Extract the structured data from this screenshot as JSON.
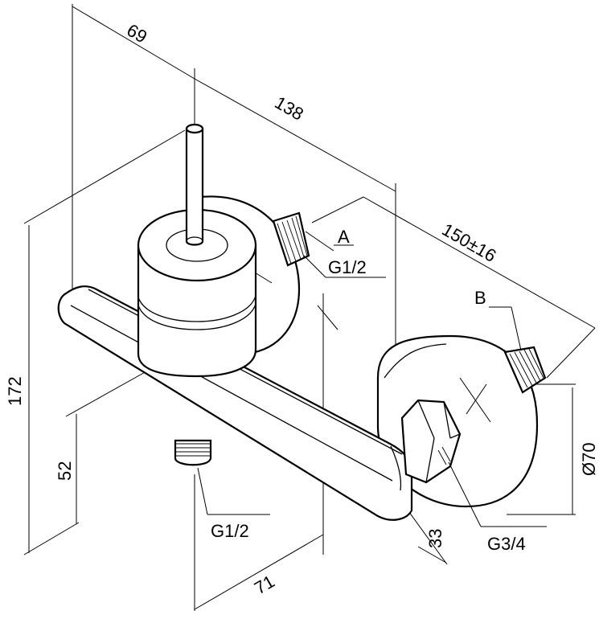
{
  "dimensions": {
    "d69": "69",
    "d138": "138",
    "d150": "150±16",
    "d172": "172",
    "d52": "52",
    "d70": "Ø70",
    "d33": "33",
    "d71": "71"
  },
  "callouts": {
    "a": "A",
    "b": "B",
    "g12_top": "G1/2",
    "g12_bottom": "G1/2",
    "g34": "G3/4"
  }
}
